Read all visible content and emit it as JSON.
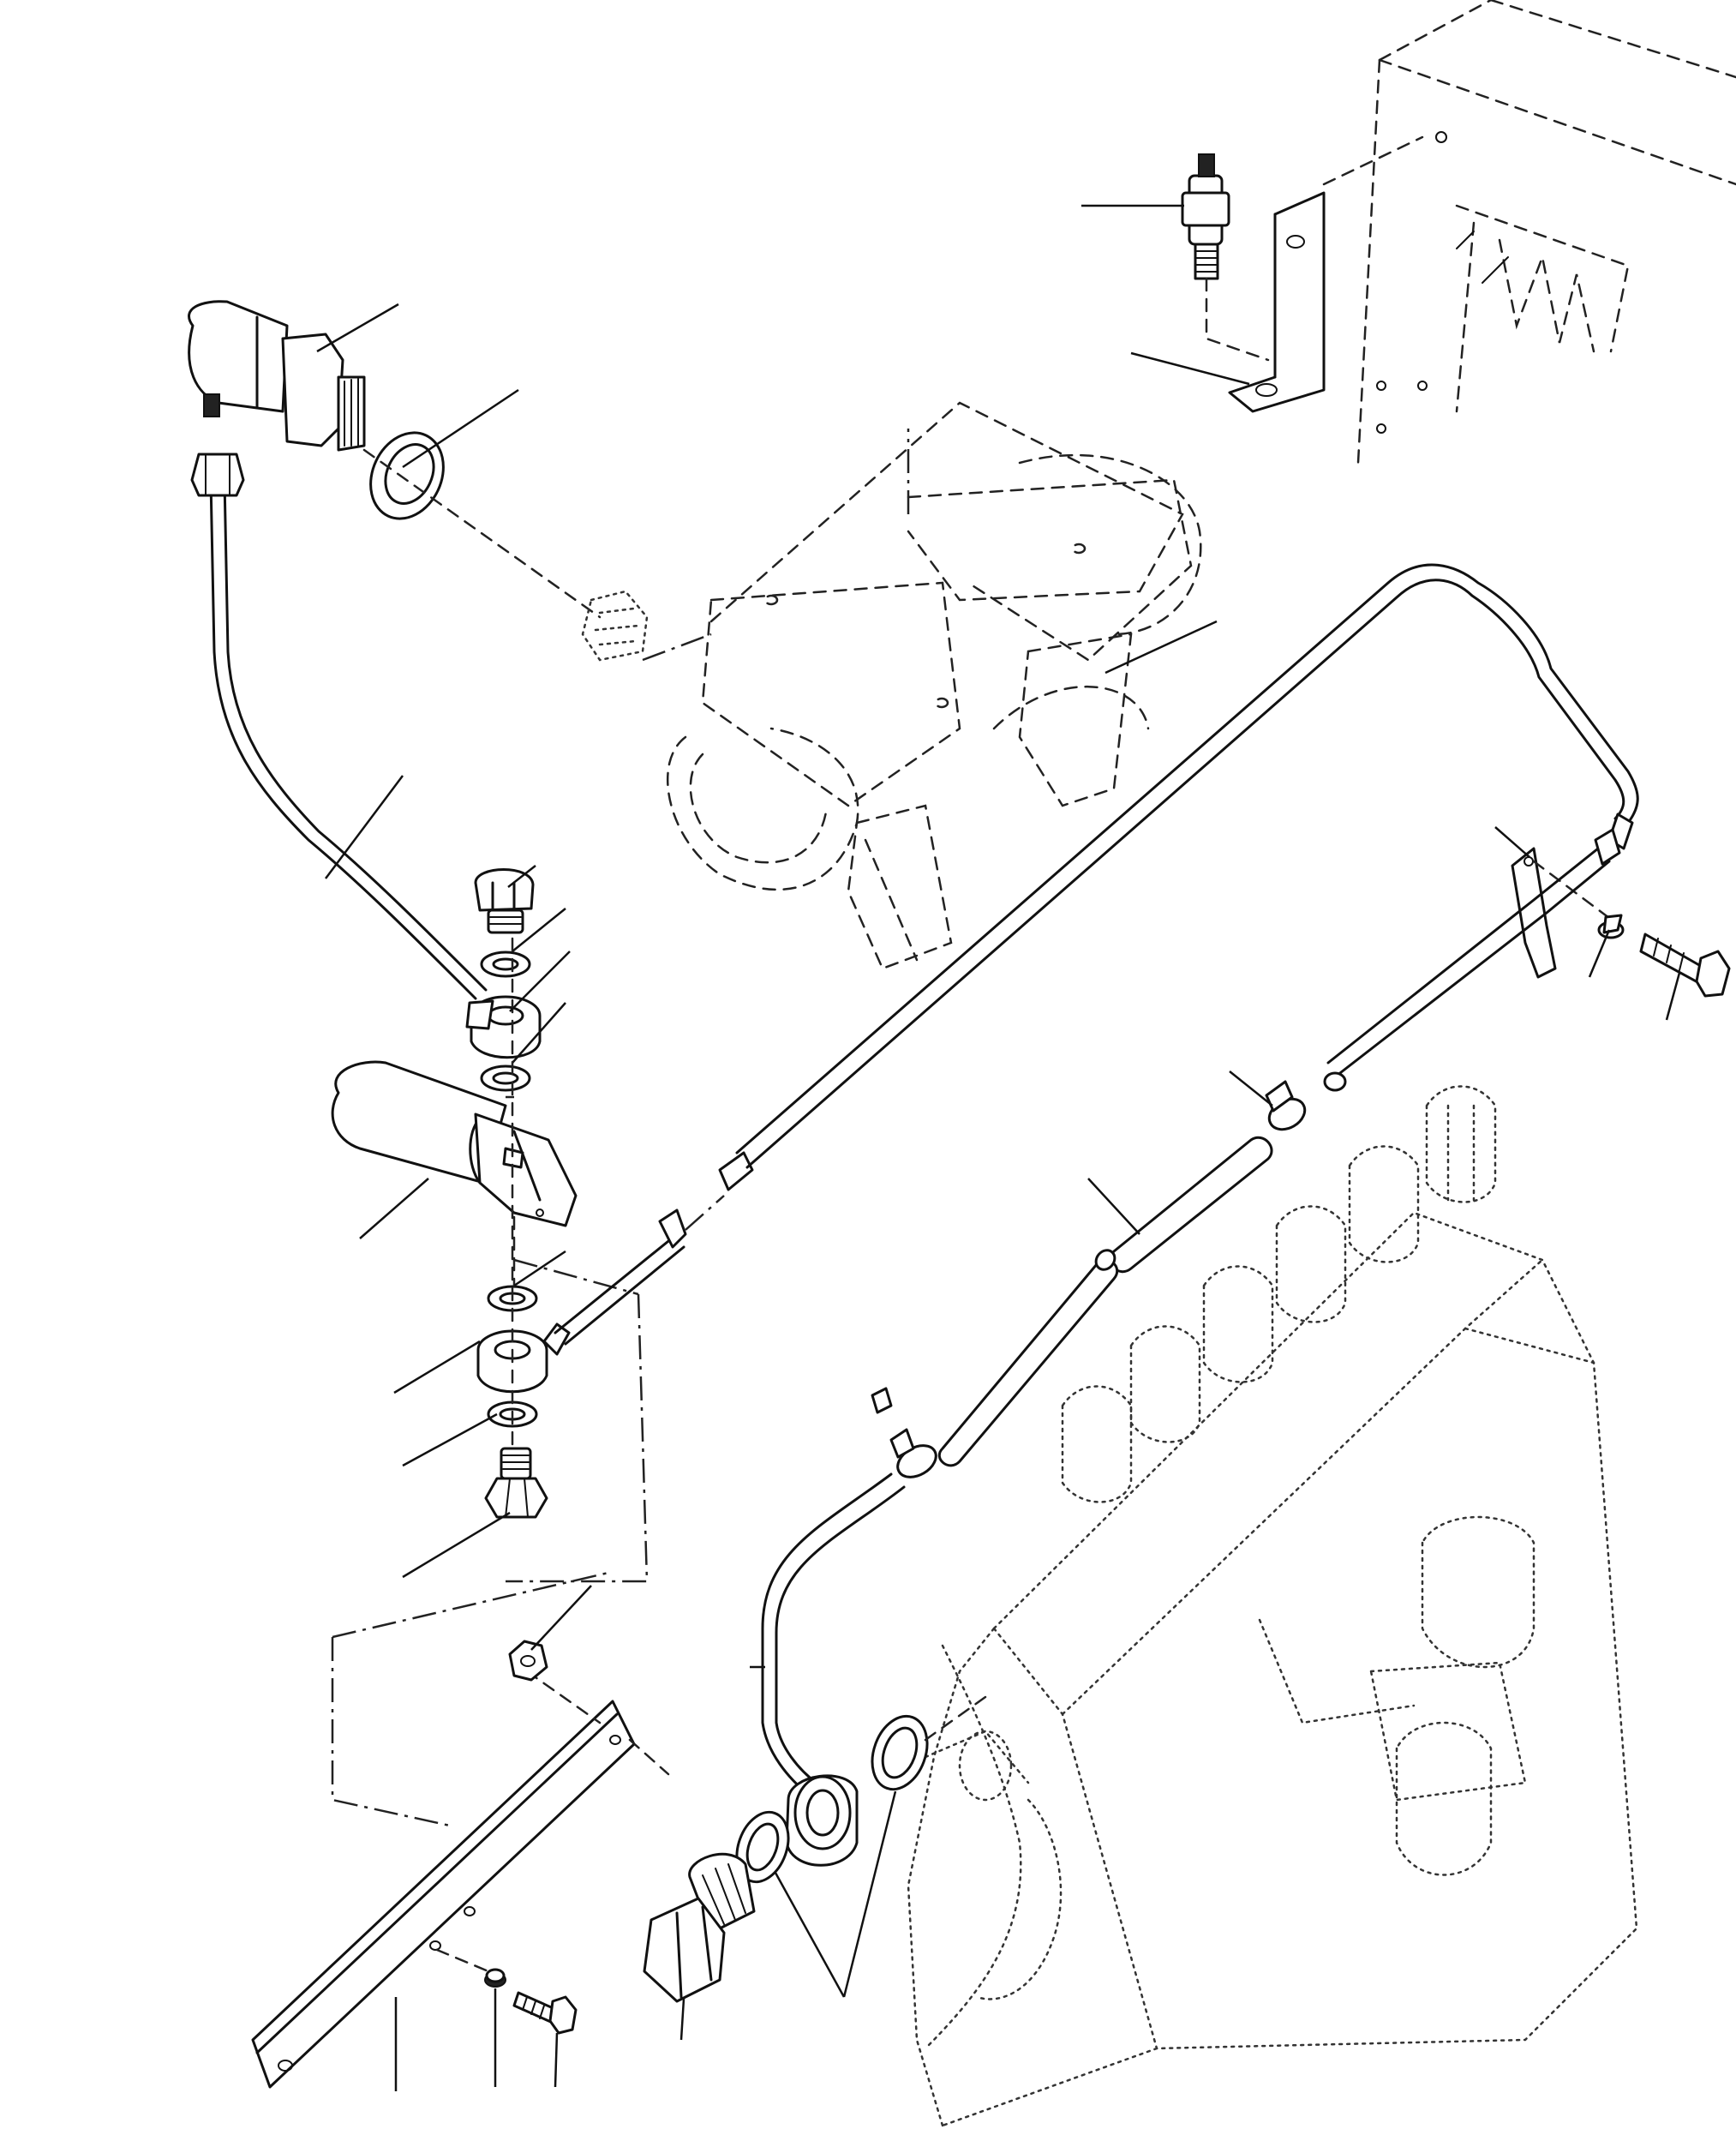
{
  "figure": {
    "type": "exploded parts diagram"
  },
  "colors": {
    "line": "#111111",
    "background": "#ffffff"
  },
  "components": [
    {
      "name": "temperature-sensor"
    },
    {
      "name": "mounting-bracket"
    },
    {
      "name": "pressure-switch"
    },
    {
      "name": "sealing-washer"
    },
    {
      "name": "upper-pipe"
    },
    {
      "name": "plug-bolt"
    },
    {
      "name": "solenoid-valve"
    },
    {
      "name": "banjo-fitting"
    },
    {
      "name": "long-pipe"
    },
    {
      "name": "hose-sections"
    },
    {
      "name": "hose-clamps"
    },
    {
      "name": "fuel-injection-pump"
    },
    {
      "name": "mounting-plate"
    },
    {
      "name": "hollow-bolt"
    }
  ]
}
